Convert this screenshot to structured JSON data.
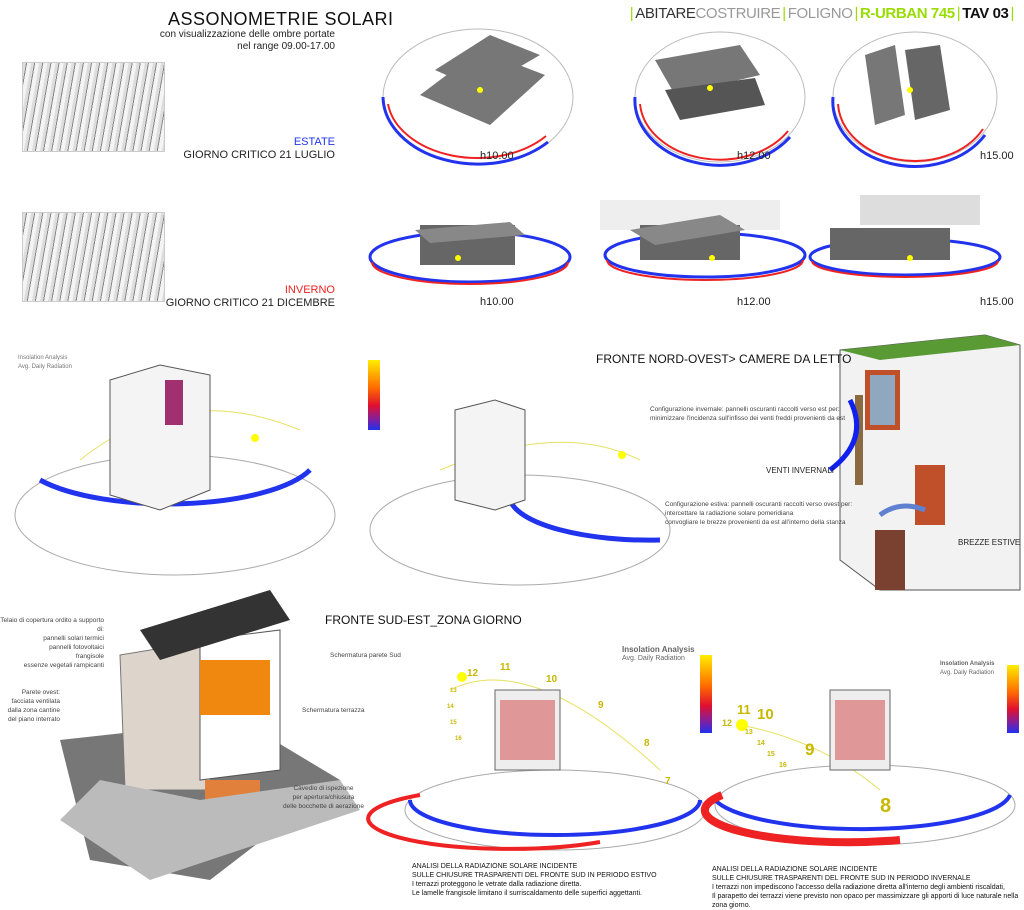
{
  "header": {
    "segments": [
      "ABITARE",
      "COSTRUIRE",
      "FOLIGNO",
      "R-URBAN  745",
      "TAV 03"
    ],
    "separator": "|",
    "accent": "#99dd00"
  },
  "title": "ASSONOMETRIE  SOLARI",
  "subtitle": [
    "con visualizzazione delle ombre portate",
    "nel range 09.00-17.00"
  ],
  "summer": {
    "season": "ESTATE",
    "day": "GIORNO CRITICO 21 LUGLIO",
    "color": "#2233ee",
    "hours": [
      "h10.00",
      "h12.00",
      "h15.00"
    ]
  },
  "winter": {
    "season": "INVERNO",
    "day": "GIORNO CRITICO 21 DICEMBRE",
    "color": "#ee2222",
    "hours": [
      "h10.00",
      "h12.00",
      "h15.00"
    ]
  },
  "insolation": {
    "title": "Insolation Analysis",
    "subtitle": "Avg. Daily Radiation"
  },
  "north_west": {
    "title": "FRONTE NORD-OVEST> CAMERE DA LETTO",
    "winter_note": [
      "Configurazione invernale: pannelli oscuranti raccolti verso est per:",
      "minimizzare l'incidenza sull'infisso dei venti freddi provenienti da est"
    ],
    "winter_label": "VENTI INVERNALI",
    "summer_note": [
      "Configurazione estiva: pannelli oscuranti raccolti verso ovest per:",
      "intercettare la radiazione solare pomeridiana",
      "convogliare le brezze provenienti da est all'interno della stanza"
    ],
    "summer_label": "BREZZE ESTIVE"
  },
  "south_east": {
    "title": "FRONTE SUD-EST_ZONA GIORNO",
    "roof_note": [
      "Telaio di copertura ordito a supporto di:",
      "pannelli solari termici",
      "pannelli fotovoltaici",
      "frangisole",
      "essenze vegetali rampicanti"
    ],
    "west_note": [
      "Parete ovest:",
      "facciata ventilata",
      "dalla zona cantine",
      "del piano interrato"
    ],
    "south_shade": "Schermatura parete Sud",
    "terrace_shade": "Schermatura terrazza",
    "shaft_note": [
      "Cavedio di ispezione",
      "per apertura/chiusura",
      "delle bocchette di aerazione"
    ],
    "summer_hours": [
      "12",
      "11",
      "10",
      "9",
      "8",
      "7",
      "13",
      "14",
      "15",
      "16"
    ],
    "winter_hours": [
      "11",
      "12",
      "10",
      "9",
      "8",
      "13",
      "14",
      "15",
      "16"
    ],
    "summer_caption": [
      "ANALISI DELLA RADIAZIONE SOLARE INCIDENTE",
      "SULLE CHIUSURE TRASPARENTI DEL FRONTE SUD IN PERIODO ESTIVO",
      "I terrazzi proteggono le vetrate dalla radiazione diretta.",
      "Le lamelle frangisole limitano il surriscaldamento delle superfici aggettanti."
    ],
    "winter_caption": [
      "ANALISI DELLA RADIAZIONE SOLARE INCIDENTE",
      "SULLE CHIUSURE TRASPARENTI DEL FRONTE SUD IN PERIODO INVERNALE",
      "I terrazzi non impediscono l'accesso della radiazione diretta all'interno degli ambienti riscaldati,",
      "Il parapetto dei terrazzi viene previsto non opaco per massimizzare gli apporti di luce naturale nella zona giorno."
    ]
  }
}
